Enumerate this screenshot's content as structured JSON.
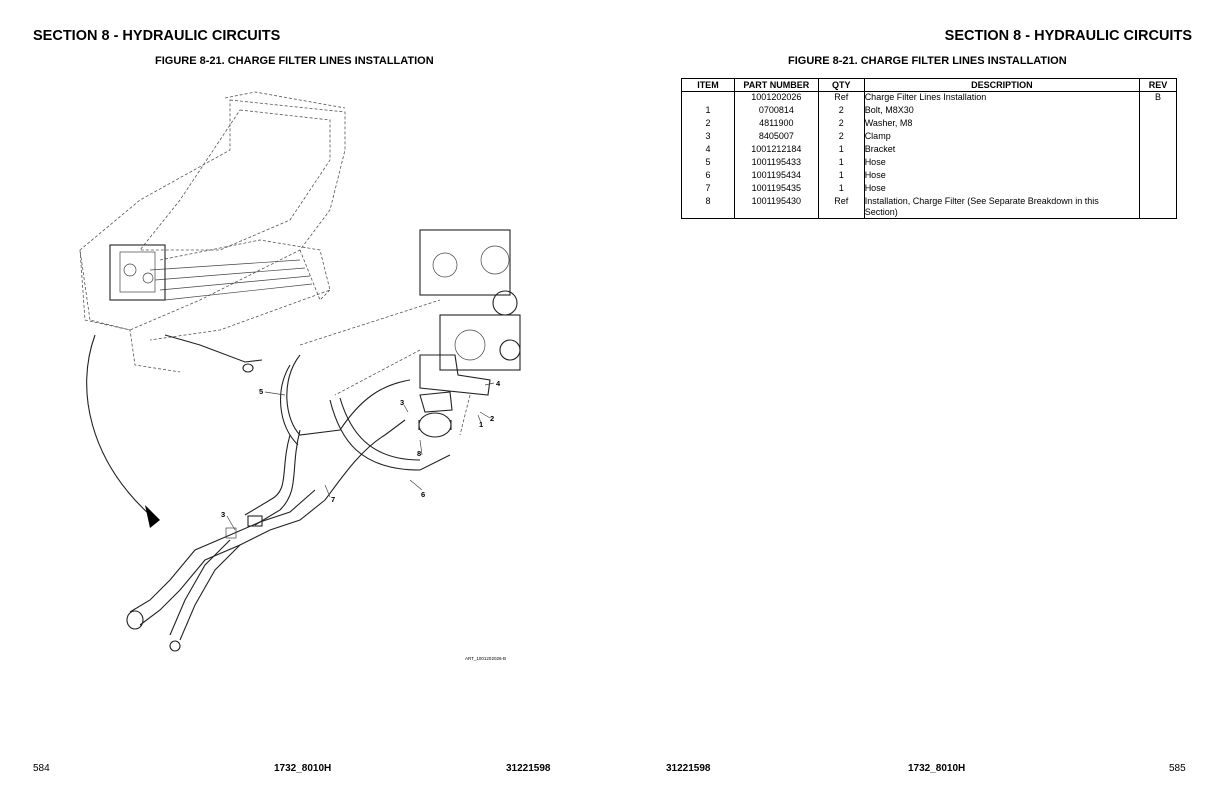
{
  "header": {
    "left_section_title": "SECTION 8 - HYDRAULIC CIRCUITS",
    "right_section_title": "SECTION 8 - HYDRAULIC CIRCUITS",
    "left_figure_title": "FIGURE 8-21. CHARGE FILTER LINES INSTALLATION",
    "right_figure_title": "FIGURE 8-21. CHARGE FILTER LINES INSTALLATION"
  },
  "parts_table": {
    "headers": [
      "ITEM",
      "PART NUMBER",
      "QTY",
      "DESCRIPTION",
      "REV"
    ],
    "rows": [
      {
        "item": "",
        "part_number": "1001202026",
        "qty": "Ref",
        "description": "Charge Filter Lines Installation",
        "rev": "B"
      },
      {
        "item": "1",
        "part_number": "0700814",
        "qty": "2",
        "description": "Bolt, M8X30",
        "rev": ""
      },
      {
        "item": "2",
        "part_number": "4811900",
        "qty": "2",
        "description": "Washer, M8",
        "rev": ""
      },
      {
        "item": "3",
        "part_number": "8405007",
        "qty": "2",
        "description": "Clamp",
        "rev": ""
      },
      {
        "item": "4",
        "part_number": "1001212184",
        "qty": "1",
        "description": "Bracket",
        "rev": ""
      },
      {
        "item": "5",
        "part_number": "1001195433",
        "qty": "1",
        "description": "Hose",
        "rev": ""
      },
      {
        "item": "6",
        "part_number": "1001195434",
        "qty": "1",
        "description": "Hose",
        "rev": ""
      },
      {
        "item": "7",
        "part_number": "1001195435",
        "qty": "1",
        "description": "Hose",
        "rev": ""
      },
      {
        "item": "8",
        "part_number": "1001195430",
        "qty": "Ref",
        "description": "Installation, Charge Filter (See Separate Breakdown in this Section)",
        "rev": ""
      }
    ]
  },
  "figure": {
    "callouts": [
      "5",
      "4",
      "3",
      "2",
      "1",
      "8",
      "6",
      "7",
      "3"
    ],
    "art_id": "ART_1001202026-B"
  },
  "footer": {
    "left_page_number": "584",
    "left_model": "1732_8010H",
    "left_doc_number": "31221598",
    "right_doc_number": "31221598",
    "right_model": "1732_8010H",
    "right_page_number": "585"
  }
}
